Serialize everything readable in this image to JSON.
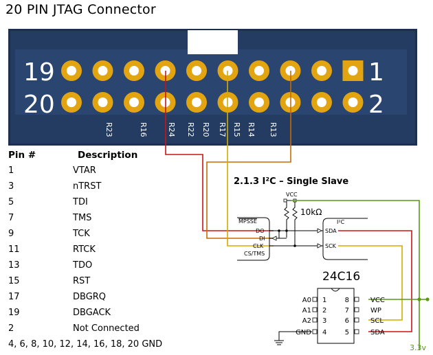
{
  "title": "20 PIN JTAG Connector",
  "connector": {
    "top_left_number": "19",
    "bottom_left_number": "20",
    "top_right_number": "1",
    "bottom_right_number": "2",
    "resistor_labels": [
      "R23",
      "R16",
      "R24",
      "R22",
      "R20",
      "R17",
      "R15",
      "R14",
      "R13"
    ],
    "board_color": "#23395d",
    "pad_color": "#e2a410"
  },
  "pin_table": {
    "header_pin": "Pin #",
    "header_desc": "Description",
    "rows": [
      {
        "pin": "1",
        "desc": "VTAR"
      },
      {
        "pin": "3",
        "desc": "nTRST"
      },
      {
        "pin": "5",
        "desc": "TDI"
      },
      {
        "pin": "7",
        "desc": "TMS"
      },
      {
        "pin": "9",
        "desc": "TCK"
      },
      {
        "pin": "11",
        "desc": "RTCK"
      },
      {
        "pin": "13",
        "desc": "TDO"
      },
      {
        "pin": "15",
        "desc": "RST"
      },
      {
        "pin": "17",
        "desc": "DBGRQ"
      },
      {
        "pin": "19",
        "desc": "DBGACK"
      },
      {
        "pin": "2",
        "desc": "Not Connected"
      }
    ],
    "gnd_row": "4, 6, 8, 10, 12, 14, 16, 18, 20 GND"
  },
  "schematic": {
    "section_title": "2.1.3  I²C – Single Slave",
    "vcc_label": "VCC",
    "resistor_label": "10kΩ",
    "mpsse_label": "MPSSE",
    "mpsse_pins": [
      "DO",
      "DI",
      "CLK",
      "CS/TMS"
    ],
    "i2c_label": "I²C",
    "i2c_pins": [
      "SDA",
      "SCK"
    ]
  },
  "eeprom": {
    "name": "24C16",
    "left_pins": [
      {
        "label": "A0",
        "num": "1"
      },
      {
        "label": "A1",
        "num": "2"
      },
      {
        "label": "A2",
        "num": "3"
      },
      {
        "label": "GND",
        "num": "4"
      }
    ],
    "right_pins": [
      {
        "num": "8",
        "label": "VCC"
      },
      {
        "num": "7",
        "label": "WP"
      },
      {
        "num": "6",
        "label": "SCL"
      },
      {
        "num": "5",
        "label": "SDA"
      }
    ],
    "supply_label": "3.3v"
  },
  "wire_colors": {
    "red": "#d01010",
    "orange": "#d07000",
    "yellow": "#d8b000",
    "green": "#5a9a10"
  }
}
